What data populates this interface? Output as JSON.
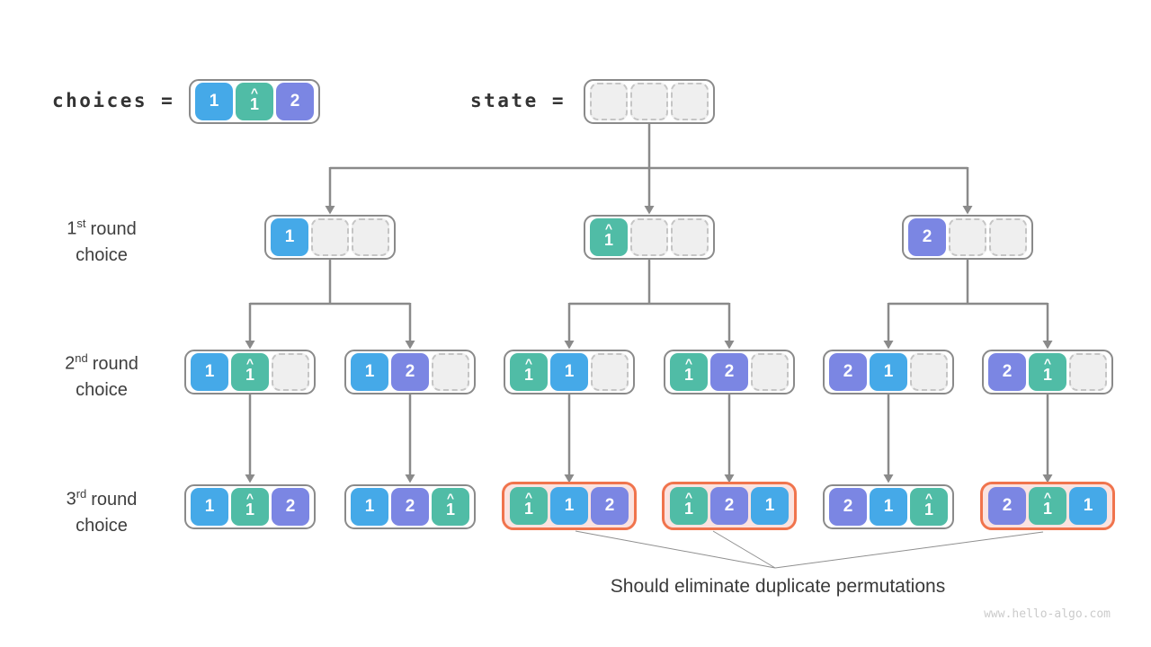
{
  "palette": {
    "blue": "#45a9e8",
    "teal": "#50bca6",
    "purple": "#7b86e3",
    "highlight_orange": "#f0744d",
    "highlight_fill": "#fbe3e0",
    "line_gray": "#8a8a8a"
  },
  "glyphs": {
    "hat": "^"
  },
  "header": {
    "choices_label": "choices =",
    "state_label": "state ="
  },
  "choices_box": {
    "cells": [
      {
        "d": "1"
      },
      {
        "d": "1",
        "hat": true
      },
      {
        "d": "2"
      }
    ]
  },
  "state_box": {
    "cells": [
      "empty",
      "empty",
      "empty"
    ]
  },
  "row_labels": [
    {
      "num": "1",
      "sup": "st",
      "rest": "round",
      "line2": "choice"
    },
    {
      "num": "2",
      "sup": "nd",
      "rest": "round",
      "line2": "choice"
    },
    {
      "num": "3",
      "sup": "rd",
      "rest": "round",
      "line2": "choice"
    }
  ],
  "rounds": {
    "r1": {
      "boxes": [
        {
          "cells": [
            {
              "d": "1"
            },
            null,
            null
          ]
        },
        {
          "cells": [
            {
              "d": "1",
              "hat": true
            },
            null,
            null
          ]
        },
        {
          "cells": [
            {
              "d": "2"
            },
            null,
            null
          ]
        }
      ]
    },
    "r2": {
      "boxes": [
        {
          "cells": [
            {
              "d": "1"
            },
            {
              "d": "1",
              "hat": true
            },
            null
          ]
        },
        {
          "cells": [
            {
              "d": "1"
            },
            {
              "d": "2"
            },
            null
          ]
        },
        {
          "cells": [
            {
              "d": "1",
              "hat": true
            },
            {
              "d": "1"
            },
            null
          ]
        },
        {
          "cells": [
            {
              "d": "1",
              "hat": true
            },
            {
              "d": "2"
            },
            null
          ]
        },
        {
          "cells": [
            {
              "d": "2"
            },
            {
              "d": "1"
            },
            null
          ]
        },
        {
          "cells": [
            {
              "d": "2"
            },
            {
              "d": "1",
              "hat": true
            },
            null
          ]
        }
      ]
    },
    "r3": {
      "boxes": [
        {
          "cells": [
            {
              "d": "1"
            },
            {
              "d": "1",
              "hat": true
            },
            {
              "d": "2"
            }
          ],
          "highlight": false
        },
        {
          "cells": [
            {
              "d": "1"
            },
            {
              "d": "2"
            },
            {
              "d": "1",
              "hat": true
            }
          ],
          "highlight": false
        },
        {
          "cells": [
            {
              "d": "1",
              "hat": true
            },
            {
              "d": "1"
            },
            {
              "d": "2"
            }
          ],
          "highlight": true
        },
        {
          "cells": [
            {
              "d": "1",
              "hat": true
            },
            {
              "d": "2"
            },
            {
              "d": "1"
            }
          ],
          "highlight": true
        },
        {
          "cells": [
            {
              "d": "2"
            },
            {
              "d": "1"
            },
            {
              "d": "1",
              "hat": true
            }
          ],
          "highlight": false
        },
        {
          "cells": [
            {
              "d": "2"
            },
            {
              "d": "1",
              "hat": true
            },
            {
              "d": "1"
            }
          ],
          "highlight": true
        }
      ]
    }
  },
  "annotation": "Should eliminate duplicate permutations",
  "watermark": "www.hello-algo.com"
}
